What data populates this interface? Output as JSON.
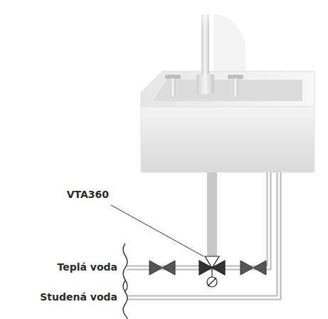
{
  "diagram": {
    "labels": [
      "VTA360",
      "Teplá voda",
      "Studená voda"
    ]
  }
}
